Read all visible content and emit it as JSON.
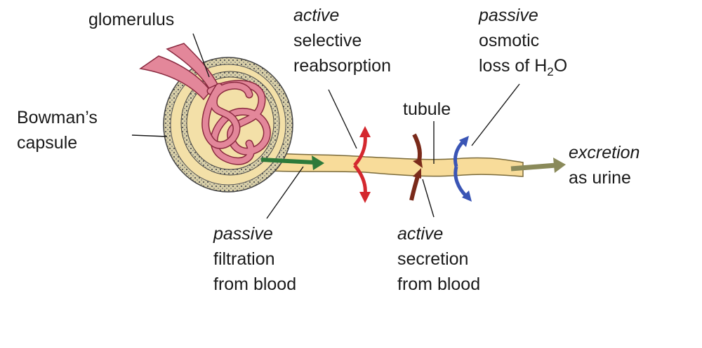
{
  "labels": {
    "glomerulus": "glomerulus",
    "bowmans_capsule": [
      "Bowman’s",
      "capsule"
    ],
    "reabsorption": {
      "mode": "active",
      "line1": "selective",
      "line2": "reabsorption"
    },
    "osmotic": {
      "mode": "passive",
      "line1": "osmotic",
      "line2_prefix": "loss of H",
      "subscript": "2",
      "line2_suffix": "O"
    },
    "tubule": "tubule",
    "excretion": {
      "mode": "excretion",
      "line2": "as urine"
    },
    "filtration": {
      "mode": "passive",
      "line1": "filtration",
      "line2": "from blood"
    },
    "secretion": {
      "mode": "active",
      "line1": "secretion",
      "line2": "from blood"
    }
  },
  "colors": {
    "tubule_fill": "#f8dc9a",
    "tubule_stroke": "#7a6a3a",
    "capsule_wall": "#c9b57a",
    "glomerulus_fill": "#e3879a",
    "glomerulus_stroke": "#8a2a40",
    "filtration_arrow": "#2e7a3a",
    "reabsorption_arrow": "#d4282e",
    "secretion_arrow": "#7a2a1a",
    "osmotic_arrow": "#3a55b5",
    "excretion_arrow": "#8a8a5a",
    "leader_line": "#1a1a1a"
  }
}
